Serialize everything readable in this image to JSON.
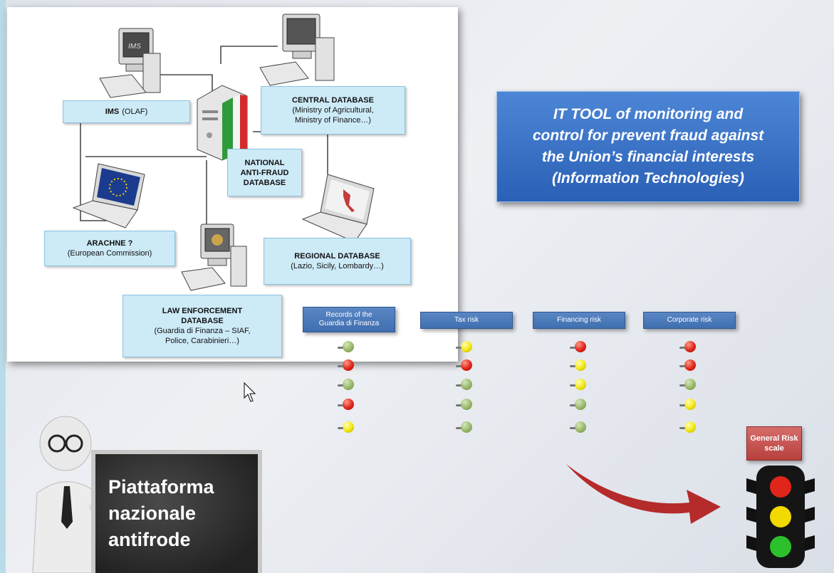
{
  "diagram": {
    "nodes": {
      "ims": {
        "title": "IMS",
        "sub": "(OLAF)"
      },
      "central": {
        "title": "CENTRAL DATABASE",
        "line1": "(Ministry of Agricultural,",
        "line2": "Ministry of Finance…)"
      },
      "national": {
        "line1": "NATIONAL",
        "line2": "ANTI-FRAUD",
        "line3": "DATABASE"
      },
      "arachne": {
        "title": "ARACHNE ?",
        "sub": "(European Commission)"
      },
      "regional": {
        "title": "REGIONAL DATABASE",
        "sub": "(Lazio, Sicily, Lombardy…)"
      },
      "law": {
        "line1": "LAW ENFORCEMENT",
        "line2": "DATABASE",
        "line3": "(Guardia di Finanza – SIAF,",
        "line4": "Police, Carabinieri…)"
      }
    },
    "icon_labels": {
      "ims_screen": "IMS"
    }
  },
  "it_tool": {
    "line1": "IT TOOL of monitoring and",
    "line2": "control for prevent fraud against",
    "line3": "the Union’s financial interests",
    "line4": "(Information Technologies)"
  },
  "risk_columns": [
    {
      "header_line1": "Records of the",
      "header_line2": "Guardia di Finanza",
      "lights": [
        "green",
        "red",
        "green",
        "red",
        "yellow"
      ]
    },
    {
      "header_line1": "Tax risk",
      "header_line2": "",
      "lights": [
        "yellow",
        "red",
        "green",
        "green",
        "green"
      ]
    },
    {
      "header_line1": "Financing risk",
      "header_line2": "",
      "lights": [
        "red",
        "yellow",
        "yellow",
        "green",
        "green"
      ]
    },
    {
      "header_line1": "Corporate risk",
      "header_line2": "",
      "lights": [
        "red",
        "red",
        "green",
        "yellow",
        "yellow"
      ]
    }
  ],
  "general_risk": {
    "line1": "General Risk",
    "line2": "scale"
  },
  "board": {
    "line1": "Piattaforma",
    "line2": "nazionale",
    "line3": "antifrode"
  },
  "colors": {
    "red": "#e0251a",
    "yellow": "#f2e612",
    "green": "#98b86a",
    "it_box": "#2a60b6",
    "node": "#cdeaf7"
  },
  "icons": [
    "computer-icon",
    "server-icon",
    "laptop-icon",
    "traffic-light-icon",
    "arrow-icon",
    "mouse-cursor-icon",
    "teacher-figure-icon"
  ]
}
